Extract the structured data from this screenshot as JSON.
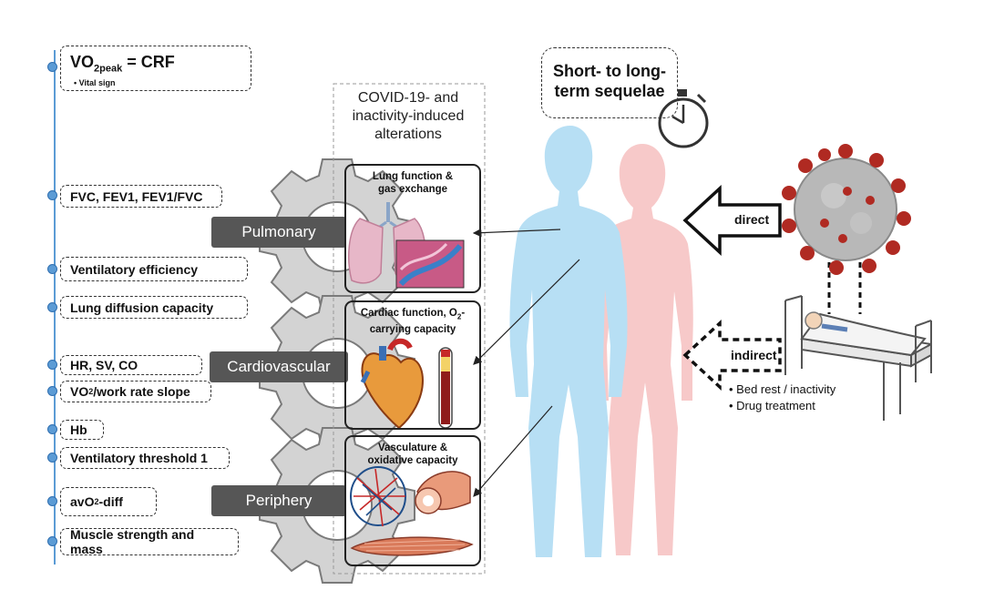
{
  "header": {
    "vo2_main": "VO",
    "vo2_sub": "2peak",
    "vo2_suffix": " = CRF",
    "vital_sign": "• Vital sign"
  },
  "timeline_items": {
    "fvc": "FVC, FEV1, FEV1/FVC",
    "ventilatory_efficiency": "Ventilatory efficiency",
    "lung_diffusion": "Lung diffusion capacity",
    "hr_sv_co": "HR, SV, CO",
    "vo2_slope_pre": "VO",
    "vo2_slope_sub": "2",
    "vo2_slope_post": "/work rate slope",
    "hb": "Hb",
    "vt1": "Ventilatory threshold 1",
    "avo2_pre": "avO",
    "avo2_sub": "2",
    "avo2_post": "-diff",
    "muscle": "Muscle strength and mass"
  },
  "systems": {
    "pulmonary": "Pulmonary",
    "cardiovascular": "Cardiovascular",
    "periphery": "Periphery"
  },
  "alterations_title_lines": [
    "COVID-19- and",
    "inactivity-induced",
    "alterations"
  ],
  "panels": {
    "lung_line1": "Lung function &",
    "lung_line2": "gas exchange",
    "cardiac_line1": "Cardiac function, O",
    "cardiac_sub": "2",
    "cardiac_dash": "-",
    "cardiac_line2": "carrying capacity",
    "vasc_line1": "Vasculature &",
    "vasc_line2": "oxidative capacity"
  },
  "sequelae_lines": [
    "Short- to long-",
    "term sequelae"
  ],
  "arrows": {
    "direct": "direct",
    "indirect": "indirect"
  },
  "indirect_causes": [
    "• Bed rest / inactivity",
    "• Drug treatment"
  ],
  "colors": {
    "timeline_blue": "#5b9bd5",
    "body_blue": "#b7dff4",
    "body_pink": "#f7c9c9",
    "gear_gray": "#d3d3d3",
    "label_dark": "#565656",
    "virus_red": "#b02a22"
  }
}
